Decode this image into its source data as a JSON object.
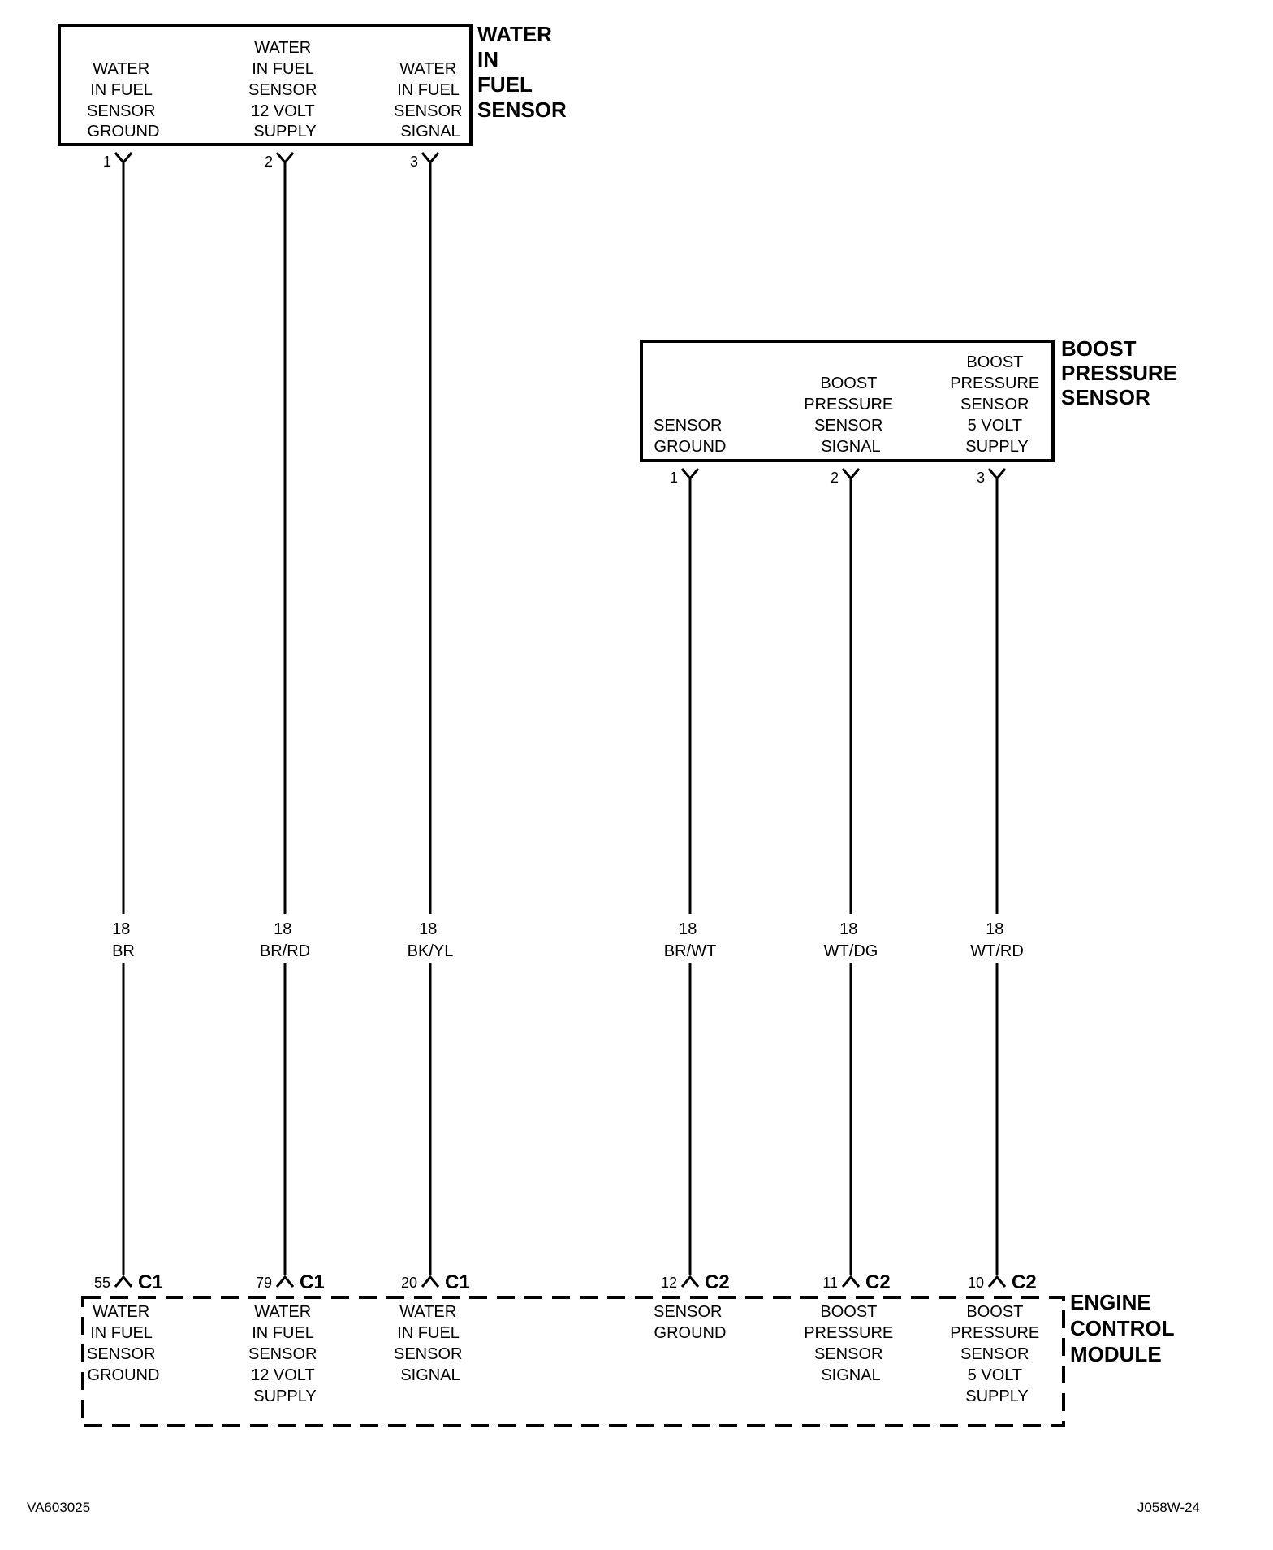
{
  "water_in_fuel_sensor": {
    "title": [
      "WATER",
      "IN",
      "FUEL",
      "SENSOR"
    ],
    "pins": [
      {
        "number": "1",
        "label": [
          "WATER",
          "IN FUEL",
          "SENSOR",
          "GROUND"
        ]
      },
      {
        "number": "2",
        "label": [
          "WATER",
          "IN FUEL",
          "SENSOR",
          "12 VOLT",
          "SUPPLY"
        ]
      },
      {
        "number": "3",
        "label": [
          "WATER",
          "IN FUEL",
          "SENSOR",
          "SIGNAL"
        ]
      }
    ]
  },
  "boost_pressure_sensor": {
    "title": [
      "BOOST",
      "PRESSURE",
      "SENSOR"
    ],
    "pins": [
      {
        "number": "1",
        "label": [
          "SENSOR",
          "GROUND"
        ]
      },
      {
        "number": "2",
        "label": [
          "BOOST",
          "PRESSURE",
          "SENSOR",
          "SIGNAL"
        ]
      },
      {
        "number": "3",
        "label": [
          "BOOST",
          "PRESSURE",
          "SENSOR",
          "5 VOLT",
          "SUPPLY"
        ]
      }
    ]
  },
  "wires": [
    {
      "gauge": "18",
      "color": "BR"
    },
    {
      "gauge": "18",
      "color": "BR/RD"
    },
    {
      "gauge": "18",
      "color": "BK/YL"
    },
    {
      "gauge": "18",
      "color": "BR/WT"
    },
    {
      "gauge": "18",
      "color": "WT/DG"
    },
    {
      "gauge": "18",
      "color": "WT/RD"
    }
  ],
  "engine_control_module": {
    "title": [
      "ENGINE",
      "CONTROL",
      "MODULE"
    ],
    "pins": [
      {
        "number": "55",
        "connector": "C1",
        "label": [
          "WATER",
          "IN FUEL",
          "SENSOR",
          "GROUND"
        ]
      },
      {
        "number": "79",
        "connector": "C1",
        "label": [
          "WATER",
          "IN FUEL",
          "SENSOR",
          "12 VOLT",
          "SUPPLY"
        ]
      },
      {
        "number": "20",
        "connector": "C1",
        "label": [
          "WATER",
          "IN FUEL",
          "SENSOR",
          "SIGNAL"
        ]
      },
      {
        "number": "12",
        "connector": "C2",
        "label": [
          "SENSOR",
          "GROUND"
        ]
      },
      {
        "number": "11",
        "connector": "C2",
        "label": [
          "BOOST",
          "PRESSURE",
          "SENSOR",
          "SIGNAL"
        ]
      },
      {
        "number": "10",
        "connector": "C2",
        "label": [
          "BOOST",
          "PRESSURE",
          "SENSOR",
          "5 VOLT",
          "SUPPLY"
        ]
      }
    ]
  },
  "footer": {
    "left": "VA603025",
    "right": "J058W-24"
  }
}
